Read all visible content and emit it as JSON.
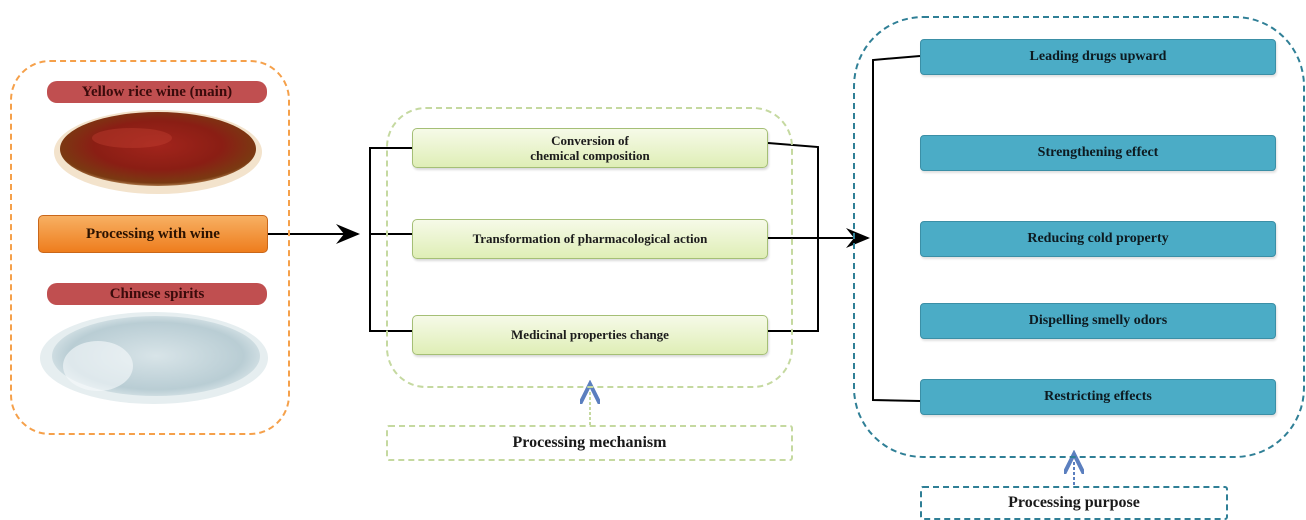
{
  "inputs": {
    "yellow_wine_label": "Yellow rice wine (main)",
    "processing_label": "Processing with wine",
    "spirits_label": "Chinese spirits"
  },
  "mechanism": {
    "items": [
      "Conversion of\nchemical composition",
      "Transformation of pharmacological action",
      "Medicinal properties change"
    ],
    "caption": "Processing mechanism"
  },
  "purpose": {
    "items": [
      "Leading drugs upward",
      "Strengthening  effect",
      "Reducing  cold property",
      "Dispelling smelly odors",
      "Restricting effects"
    ],
    "caption": "Processing purpose"
  },
  "colors": {
    "left_border": "#f5a04a",
    "mid_border": "#c5d9a0",
    "right_border": "#2f7f96",
    "teal_box": "#4bacc6",
    "red_label": "#c04f50",
    "orange_box": "#ee7d1d"
  }
}
